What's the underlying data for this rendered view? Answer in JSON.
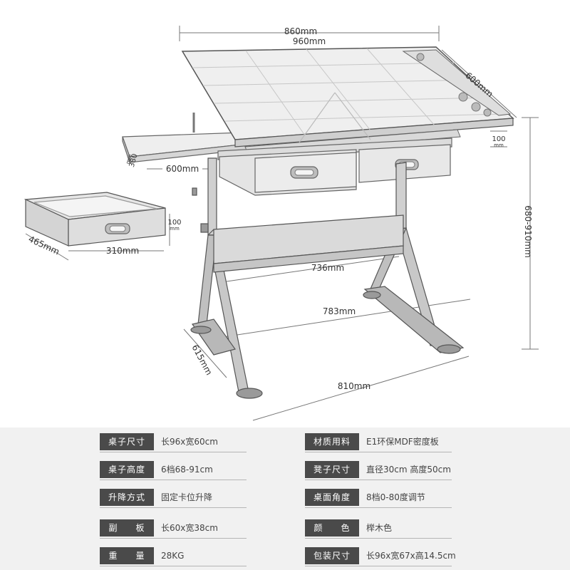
{
  "dimensions": {
    "top_width_a": "860mm",
    "top_width_b": "960mm",
    "top_depth": "600mm",
    "tray_height": "100",
    "tray_height_unit": "mm",
    "shelf_depth": "380",
    "shelf_depth_unit": "mm",
    "shelf_width": "600mm",
    "drawer_height": "100",
    "drawer_height_unit": "mm",
    "drawer_depth": "465mm",
    "drawer_width": "310mm",
    "table_height": "680-910mm",
    "inner_width": "736mm",
    "foot_span": "783mm",
    "side_depth": "615mm",
    "base_width": "810mm"
  },
  "specs": [
    {
      "label": [
        "桌子尺寸"
      ],
      "value": "长96x宽60cm"
    },
    {
      "label": [
        "材质用料"
      ],
      "value": "E1环保MDF密度板"
    },
    {
      "label": [
        "桌子高度"
      ],
      "value": "6档68-91cm"
    },
    {
      "label": [
        "凳子尺寸"
      ],
      "value": "直径30cm 高度50cm"
    },
    {
      "label": [
        "升降方式"
      ],
      "value": "固定卡位升降"
    },
    {
      "label": [
        "桌面角度"
      ],
      "value": "8档0-80度调节"
    },
    {
      "label": [
        "副",
        "板"
      ],
      "value": "长60x宽38cm"
    },
    {
      "label": [
        "颜",
        "色"
      ],
      "value": "榉木色"
    },
    {
      "label": [
        "重",
        "量"
      ],
      "value": "28KG"
    },
    {
      "label": [
        "包装尺寸"
      ],
      "value": "长96x宽67x高14.5cm"
    }
  ]
}
